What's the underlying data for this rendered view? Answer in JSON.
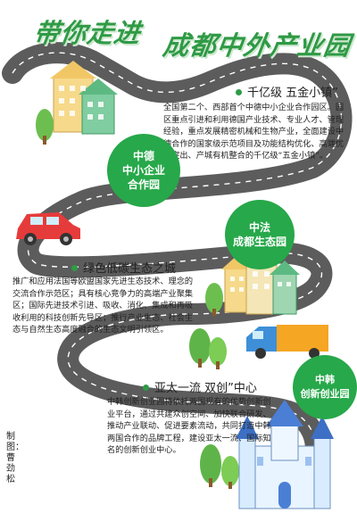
{
  "title": {
    "line1": "带你走进",
    "line2": "成都中外产业园"
  },
  "sections": [
    {
      "heading": "千亿级 五金小镇”",
      "body": "全国第二个、西部首个中德中小企业合作园区。园区重点引进和利用德国产业技术、专业人才、管理经验，重点发展精密机械和生物产业，全面建设中德合作的国家级示范项目及功能结构优化、高端优势突出、产城有机整合的千亿级“五金小镇”。"
    },
    {
      "heading": "绿色低碳生态之城",
      "body": "推广和应用法国等欧盟国家先进生态技术、理念的交流合作示范区；具有核心竞争力的高端产业聚集区；国际先进技术引进、吸收、消化、集成和再吸收利用的科技创新先导区；推行产业生态、社会生态与自然生态高度融合的生态文明引领区。"
    },
    {
      "heading": "亚太一流 双创”中心",
      "body": "中韩创新创业园将依托两国现有的优势创新创业平台，通过共建众创空间、加快联合研发、推动产业联动、促进要素流动，共同打造中韩两国合作的品牌工程，建设亚太一流、国际知名的创新创业中心。"
    }
  ],
  "bubbles": {
    "germany": "中德\n中小企业\n合作园",
    "france": "中法\n成都生态园",
    "korea": "中韩\n创新创业园"
  },
  "credit": "制图：曹劲松",
  "colors": {
    "accent": "#2f9a45",
    "bubble": "#27a84a",
    "road": "#5c5c5c"
  }
}
